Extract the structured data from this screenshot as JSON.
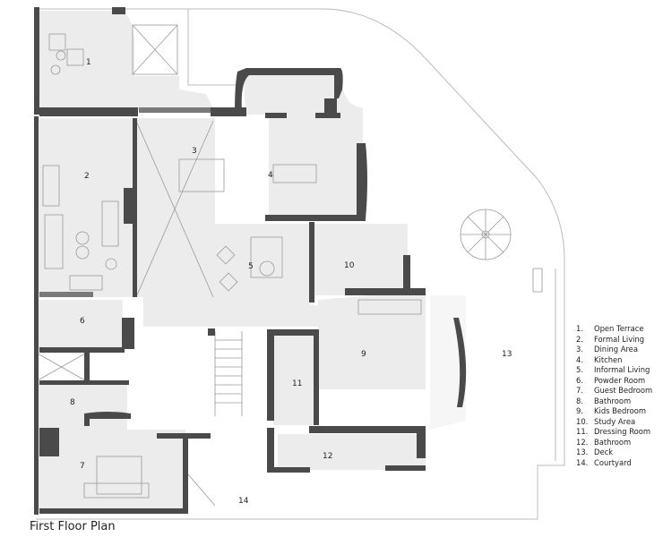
{
  "title": "First Floor Plan",
  "room_labels": [
    "1",
    "2",
    "3",
    "4",
    "5",
    "6",
    "7",
    "8",
    "9",
    "10",
    "11",
    "12",
    "13",
    "14"
  ],
  "legend": [
    {
      "num": "1.",
      "name": "Open Terrace"
    },
    {
      "num": "2.",
      "name": "Formal Living"
    },
    {
      "num": "3.",
      "name": "Dining Area"
    },
    {
      "num": "4.",
      "name": "Kitchen"
    },
    {
      "num": "5.",
      "name": "Informal Living"
    },
    {
      "num": "6.",
      "name": "Powder Room"
    },
    {
      "num": "7.",
      "name": "Guest Bedroom"
    },
    {
      "num": "8.",
      "name": "Bathroom"
    },
    {
      "num": "9.",
      "name": "Kids Bedroom"
    },
    {
      "num": "10.",
      "name": "Study Area"
    },
    {
      "num": "11.",
      "name": "Dressing Room"
    },
    {
      "num": "12.",
      "name": "Bathroom"
    },
    {
      "num": "13.",
      "name": "Deck"
    },
    {
      "num": "14.",
      "name": "Courtyard"
    }
  ],
  "colors": {
    "wall": "#4a4a4a",
    "floor": "#ececec",
    "line": "#9a9a9a",
    "background": "#ffffff"
  }
}
